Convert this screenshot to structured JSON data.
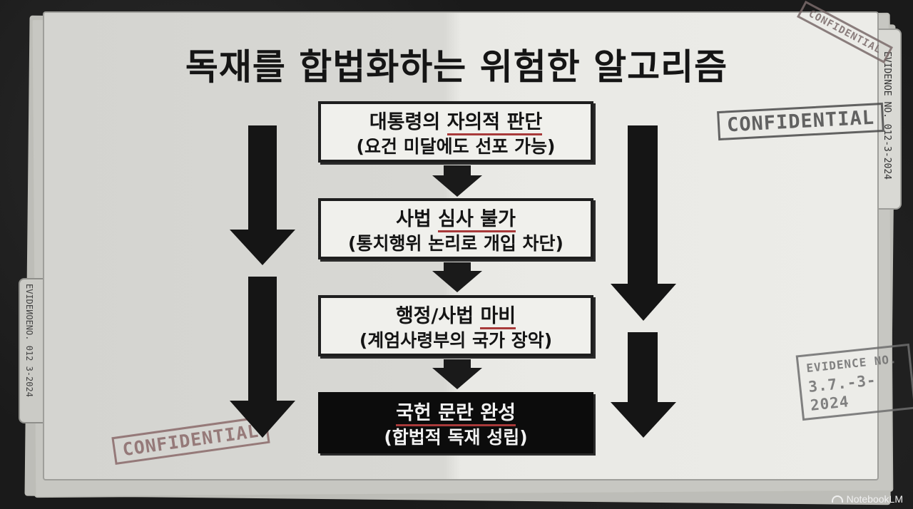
{
  "title": "독재를 합법화하는 위험한 알고리즘",
  "steps": [
    {
      "line1": "대통령의 자의적 판단",
      "line2": "(요건 미달에도 선포 가능)",
      "highlight": "자의적 판단"
    },
    {
      "line1": "사법 심사 불가",
      "line2": "(통치행위 논리로 개입 차단)",
      "highlight": "심사 불가"
    },
    {
      "line1": "행정/사법 마비",
      "line2": "(계엄사령부의 국가 장악)",
      "highlight": "마비"
    },
    {
      "line1": "국헌 문란 완성",
      "line2": "(합법적 독재 성립)",
      "highlight": "국헌 문란 완성"
    }
  ],
  "stamps": {
    "confidential_right": "CONFIDENTIAL",
    "confidential_top": "CONFIDENTIAL",
    "confidential_left": "CONFIDENTIAL",
    "evidence_label": "EVIDENCE NO.",
    "evidence_number": "3.7.-3-2024"
  },
  "tabs": {
    "right_label": "EVIDENOE NO. 012-3-2024",
    "left_label": "EVIDEИOENO. 012 3-2024"
  },
  "brand": {
    "label": "NotebookLM",
    "icon": "notebooklm-icon"
  },
  "colors": {
    "highlight_underline": "#a83a3a",
    "final_box": "#0c0c0c"
  }
}
